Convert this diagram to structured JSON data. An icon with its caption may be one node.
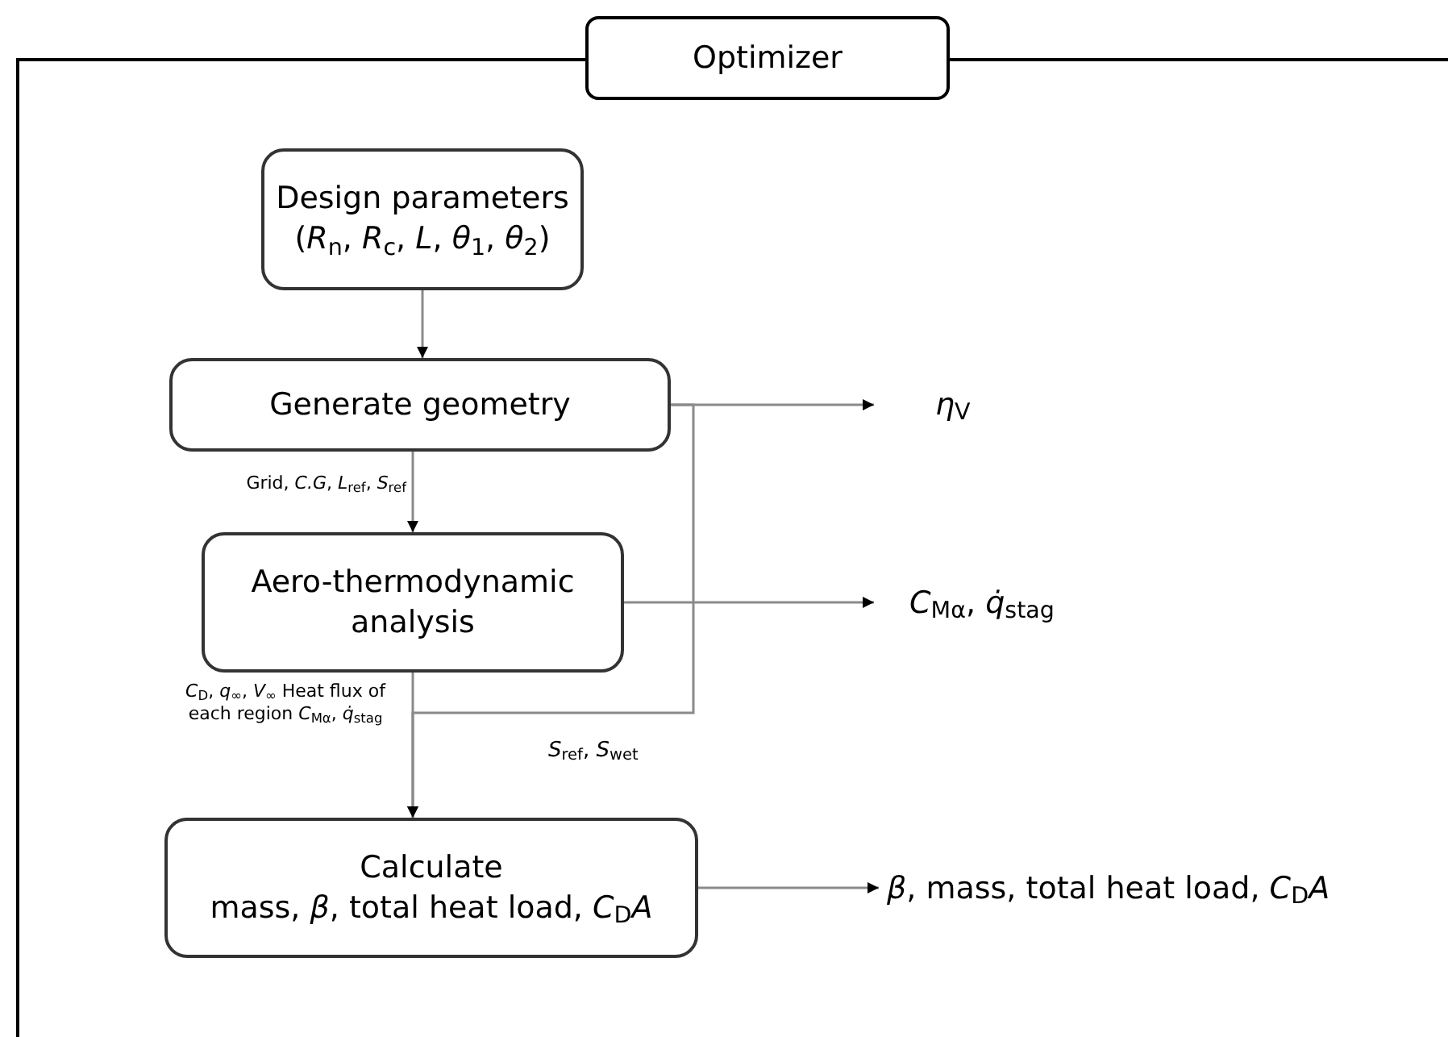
{
  "diagram": {
    "nodes": [
      {
        "text": [
          "Optimizer"
        ]
      },
      {
        "text": [
          "Design parameters (*R*$_{n}$, *R*$_{c}$, *L*, *θ*$_{1}$, *θ*$_{2}$)"
        ],
        "in": 0
      },
      {
        "text": [
          "Generate geometry"
        ],
        "in": 0
      },
      {
        "text": [
          "Aero-thermodynamic analysis"
        ],
        "in": 0
      },
      {
        "text": [
          "Calculate",
          "mass, *β*, total heat load, *C*$_{D}$*A*"
        ],
        "in": 0
      },
      {
        "text": [
          "*η*$_{V}$"
        ],
        "in": 0
      },
      {
        "text": [
          "*C*$_{Mα}$, *q̇*$_{stag}$"
        ],
        "in": 0
      },
      {
        "text": [
          "*β*, mass, total heat load, *C*$_{D}$*A*"
        ],
        "in": 0
      }
    ],
    "edges": [
      {
        "from": 1,
        "to": 2,
        "arrow": "to"
      },
      {
        "from": 2,
        "to": 3,
        "arrow": "to",
        "label": "Grid, *C.G*, *L*$_{ref}$, *S*$_{ref}$"
      },
      {
        "from": 3,
        "to": 4,
        "arrow": "to",
        "label": "*C*$_{D}$, *q*$_{∞}$, *V*$_{∞}$ Heat flux of each region *C*$_{Mα}$, *q̇*$_{stag}$"
      },
      {
        "from": 2,
        "to": 5,
        "arrow": "to"
      },
      {
        "from": 3,
        "to": 6,
        "arrow": "to"
      },
      {
        "from": 4,
        "to": 7,
        "arrow": "to"
      },
      {
        "from": 2,
        "to": 4,
        "arrow": "to",
        "label": "*S*$_{ref}$, *S*$_{wet}$"
      }
    ]
  }
}
